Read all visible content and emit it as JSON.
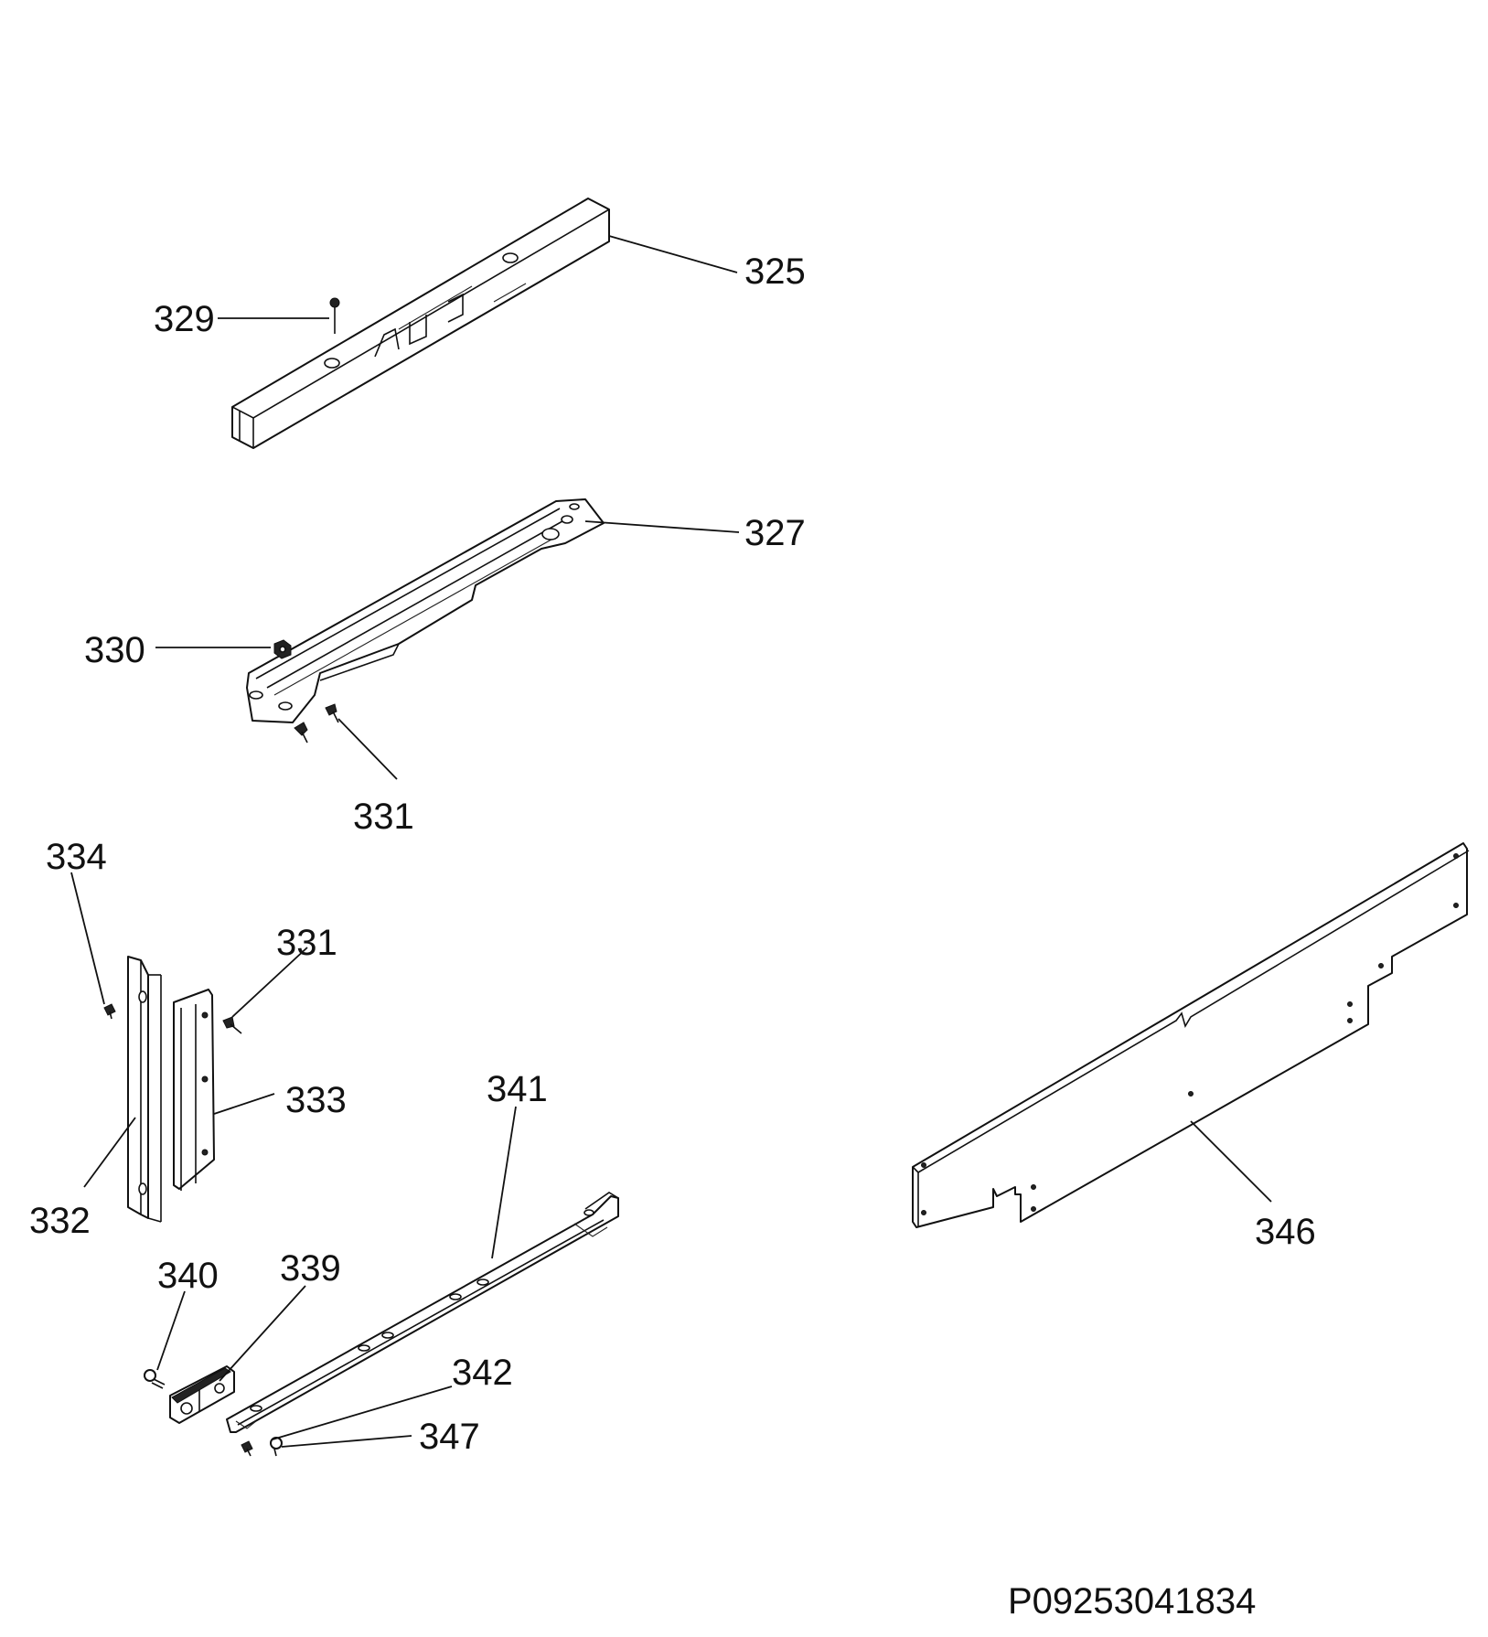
{
  "callouts": {
    "c325": "325",
    "c329": "329",
    "c327": "327",
    "c330": "330",
    "c331a": "331",
    "c334": "334",
    "c331b": "331",
    "c333": "333",
    "c332": "332",
    "c341": "341",
    "c339": "339",
    "c340": "340",
    "c342": "342",
    "c347": "347",
    "c346": "346"
  },
  "document_id": "P09253041834"
}
